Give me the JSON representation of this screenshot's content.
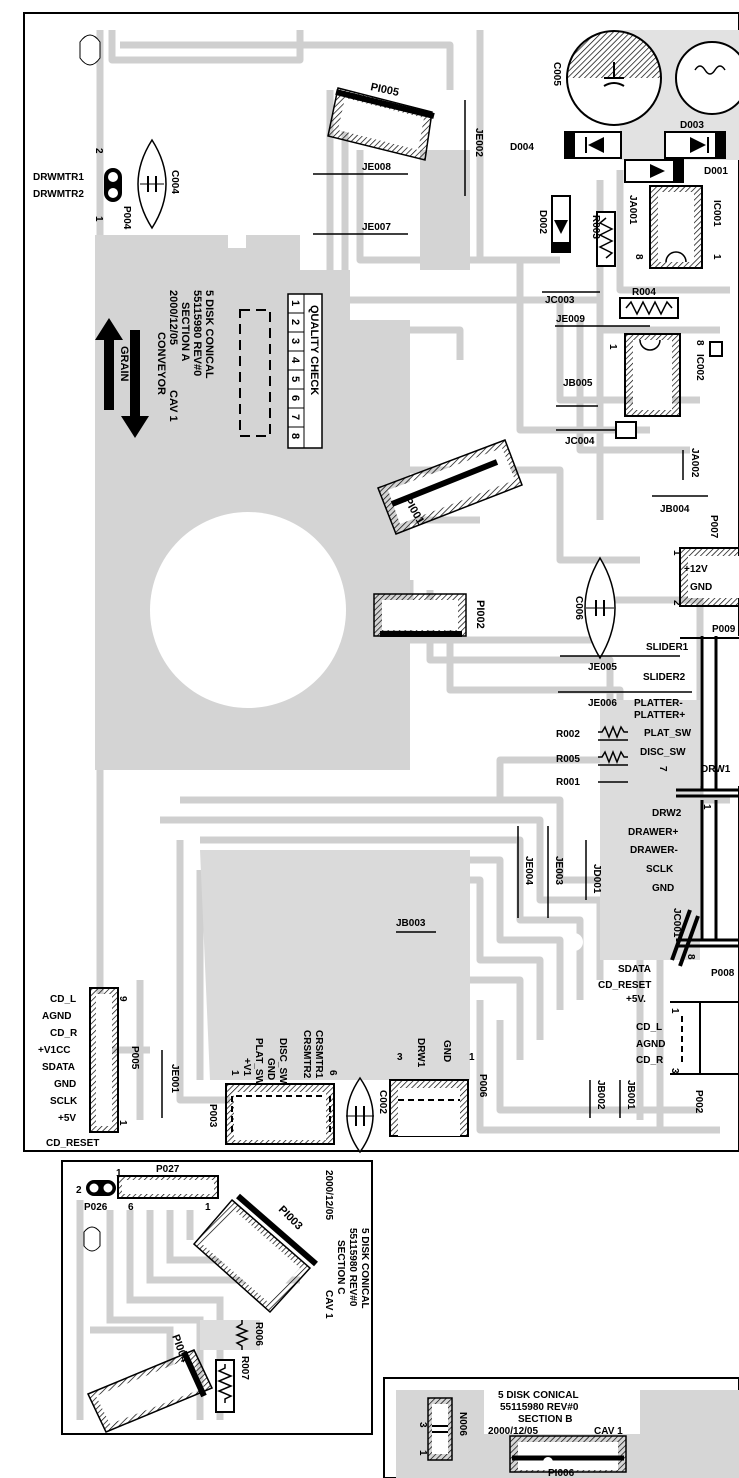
{
  "sections": {
    "a": {
      "lines": [
        "5 DISK CONICAL",
        "55115980 REV#0",
        "SECTION A",
        "2000/12/05",
        "CAV 1"
      ],
      "conveyor": "CONVEYOR",
      "grain": "GRAIN"
    },
    "b": {
      "lines": [
        "5 DISK CONICAL",
        "55115980 REV#0",
        "SECTION B"
      ],
      "date": "2000/12/05",
      "cav": "CAV 1"
    },
    "c": {
      "lines": [
        "5 DISK CONICAL",
        "55115980 REV#0",
        "SECTION C",
        "2000/12/05",
        "CAV 1"
      ]
    }
  },
  "quality_check": {
    "title": "QUALITY CHECK",
    "cells": [
      "1",
      "2",
      "3",
      "4",
      "5",
      "6",
      "7",
      "8"
    ]
  },
  "components": {
    "c005": "C005",
    "d004": "D004",
    "d003": "D003",
    "d001": "D001",
    "d002": "D002",
    "r003": "R003",
    "ja001": "JA001",
    "ic001": "IC001",
    "ic001_pin": "1",
    "ic001_pin8": "8",
    "pi005": "PI005",
    "je002": "JE002",
    "je008": "JE008",
    "je007": "JE007",
    "c004": "C004",
    "drwmtr1": "DRWMTR1",
    "drwmtr2": "DRWMTR2",
    "p004": "P004",
    "p004_pin1": "1",
    "p004_pin2": "2",
    "jc003": "JC003",
    "r004": "R004",
    "je009": "JE009",
    "ic002": "IC002",
    "ic002_pin1": "1",
    "ic002_pin8": "8",
    "jb005": "JB005",
    "jc004": "JC004",
    "ja002": "JA002",
    "jb004": "JB004",
    "p007": "P007",
    "plus12v": "+12V",
    "gnd": "GND",
    "p007_pin1": "1",
    "p007_pin2": "2",
    "pi001": "PI001",
    "pi002": "PI002",
    "c006": "C006",
    "p009": "P009",
    "slider1": "SLIDER1",
    "slider2": "SLIDER2",
    "je005": "JE005",
    "je006": "JE006",
    "platter_minus": "PLATTER-",
    "platter_plus": "PLATTER+",
    "plat_sw": "PLAT_SW",
    "disc_sw": "DISC_SW",
    "r002": "R002",
    "r005": "R005",
    "r001": "R001",
    "drw1": "DRW1",
    "pin7": "7",
    "pin1": "1",
    "drw2": "DRW2",
    "drawer_plus": "DRAWER+",
    "drawer_minus": "DRAWER-",
    "sclk": "SCLK",
    "gnd2": "GND",
    "je004": "JE004",
    "je003": "JE003",
    "jd001": "JD001",
    "jc001": "JC001",
    "jb003": "JB003",
    "sdata": "SDATA",
    "cd_reset": "CD_RESET",
    "plus5v": "+5V.",
    "p008": "P008",
    "p008_pin8": "8",
    "cd_l": "CD_L",
    "agnd": "AGND",
    "cd_r": "CD_R",
    "p002": "P002",
    "p002_pin1": "1",
    "p002_pin3": "3",
    "jb002": "JB002",
    "jb001": "JB001",
    "p006": "P006",
    "drw1b": "DRW1",
    "gndb": "GND",
    "p006_pin3": "3",
    "p006_pin1": "1",
    "c002": "C002",
    "p003": "P003",
    "p003_pins": [
      "+V1",
      "PLAT_SW",
      "GND",
      "DISC_SW",
      "CRSMTR2",
      "CRSMTR1"
    ],
    "p003_pin1": "1",
    "p003_pin6": "6",
    "je001": "JE001",
    "p005": "P005",
    "p005_pin9": "9",
    "p005_pin1": "1",
    "p005_pins": [
      "CD_L",
      "AGND",
      "CD_R",
      "+V1CC",
      "SDATA",
      "GND",
      "SCLK",
      "+5V"
    ],
    "cd_reset_bottom": "CD_RESET"
  },
  "section_c_parts": {
    "p027": "P027",
    "p027_pin1": "1",
    "p027_pin6": "6",
    "p027_pin1b": "1",
    "p026": "P026",
    "p026_pin2": "2",
    "pi003": "PI003",
    "r006": "R006",
    "r007": "R007",
    "pi004": "PI004"
  },
  "section_b_parts": {
    "n006": "N006",
    "pin3": "3",
    "pin1": "1",
    "pi006": "PI006"
  }
}
